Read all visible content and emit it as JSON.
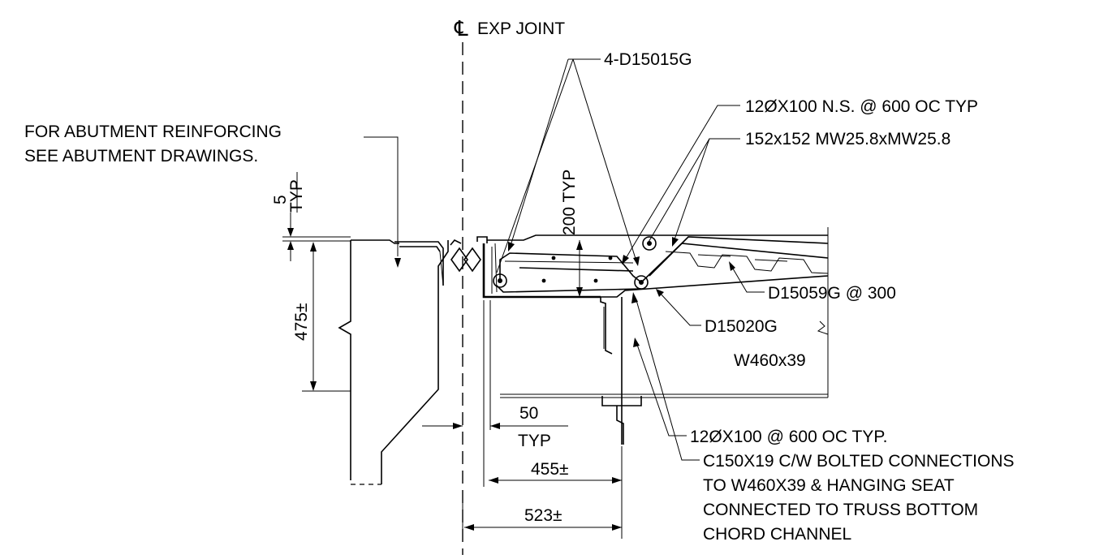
{
  "centerline": {
    "symbol": "℄",
    "label": "EXP JOINT"
  },
  "notes": {
    "abutment_line1": "FOR ABUTMENT REINFORCING",
    "abutment_line2": "SEE ABUTMENT DRAWINGS.",
    "bars_top": "4-D15015G",
    "studs_ns": "12ØX100 N.S. @ 600 OC TYP",
    "mesh": "152x152 MW25.8xMW25.8",
    "bar_d15059": "D15059G @ 300",
    "bar_d15020": "D15020G",
    "beam": "W460x39",
    "studs": "12ØX100 @ 600 OC TYP.",
    "channel_line1": "C150X19 C/W BOLTED CONNECTIONS",
    "channel_line2": "TO W460X39 & HANGING SEAT",
    "channel_line3": "CONNECTED TO TRUSS BOTTOM",
    "channel_line4": "CHORD CHANNEL"
  },
  "dimensions": {
    "gap_value": "5",
    "gap_typ": "TYP",
    "depth": "475±",
    "slab": "200 TYP",
    "edge_value": "50",
    "edge_typ": "TYP",
    "dim_455": "455±",
    "dim_523": "523±"
  }
}
